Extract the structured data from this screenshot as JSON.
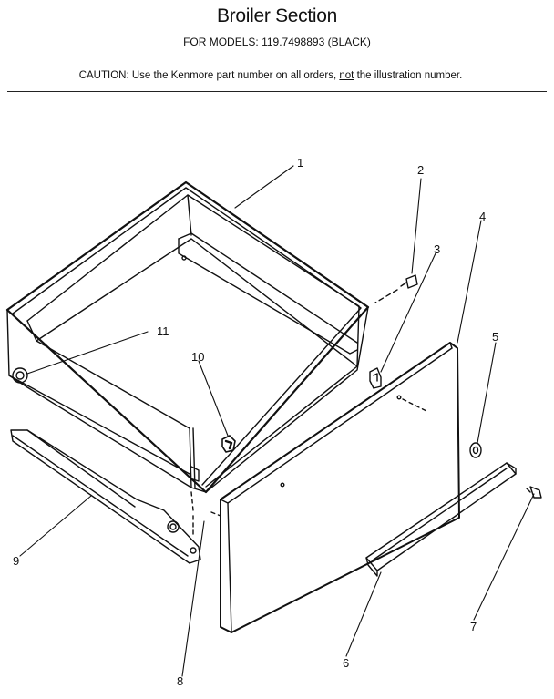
{
  "header": {
    "title": "Broiler Section",
    "models": "FOR MODELS:  119.7498893 (BLACK)",
    "caution_prefix": "CAUTION:  Use the Kenmore part number on all orders, ",
    "caution_emphasis": "not",
    "caution_suffix": " the illustration number."
  },
  "callouts": {
    "c1": "1",
    "c2": "2",
    "c3": "3",
    "c4": "4",
    "c5": "5",
    "c6": "6",
    "c7": "7",
    "c8": "8",
    "c9": "9",
    "c10": "10",
    "c11": "11"
  }
}
